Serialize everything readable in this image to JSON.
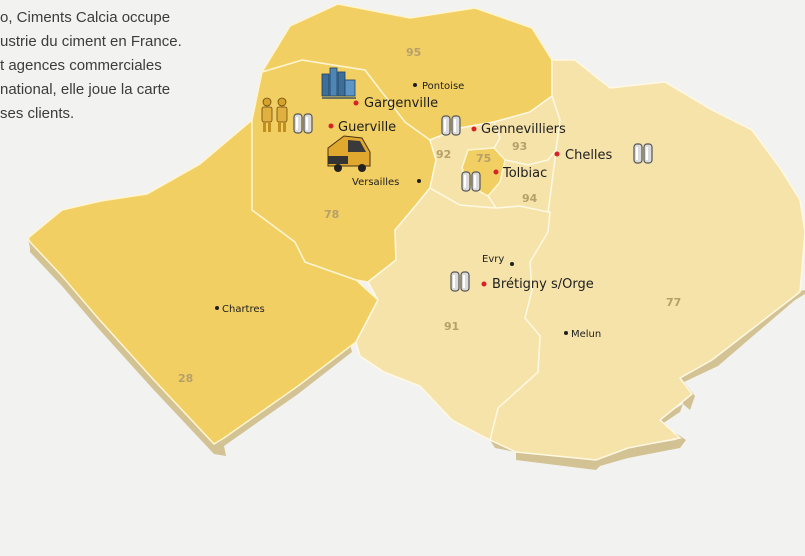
{
  "intro": {
    "lines": [
      "o, Ciments Calcia occupe",
      "ustrie du ciment en France.",
      "t agences commerciales",
      "national, elle joue la carte",
      "ses clients."
    ]
  },
  "departments": [
    {
      "code": "95"
    },
    {
      "code": "78"
    },
    {
      "code": "92"
    },
    {
      "code": "75"
    },
    {
      "code": "93"
    },
    {
      "code": "94"
    },
    {
      "code": "91"
    },
    {
      "code": "77"
    },
    {
      "code": "28"
    }
  ],
  "cities": [
    {
      "name": "Pontoise"
    },
    {
      "name": "Versailles"
    },
    {
      "name": "Evry"
    },
    {
      "name": "Melun"
    },
    {
      "name": "Chartres"
    }
  ],
  "sites": [
    {
      "name": "Gargenville"
    },
    {
      "name": "Guerville"
    },
    {
      "name": "Gennevilliers"
    },
    {
      "name": "Chelles"
    },
    {
      "name": "Tolbiac"
    },
    {
      "name": "Brétigny s/Orge"
    }
  ],
  "colors": {
    "background": "#f2f2f0",
    "region_dark": "#f2cf63",
    "region_light": "#f6e3aa",
    "site_dot": "#d8222a",
    "city_dot": "#1e1e1e",
    "dept_number": "#b6a06a"
  },
  "icons": [
    "silo-icon",
    "worker-icon",
    "truck-icon",
    "factory-icon"
  ]
}
